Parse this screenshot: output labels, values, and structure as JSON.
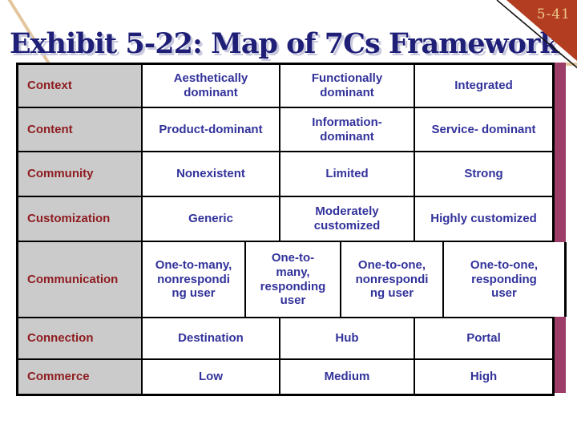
{
  "slide": {
    "title": "Exhibit 5-22: Map of 7Cs Framework",
    "slide_number": "5-41"
  },
  "colors": {
    "title_navy": "#1f1f78",
    "title_shadow": "#c9c9de",
    "row_header_bg": "#cbcbcb",
    "row_header_text": "#8e1b1f",
    "cell_text": "#32329b",
    "accent_bar": "#9c3d68",
    "corner_triangle": "#b33d20",
    "corner_number_text": "#ecc88a",
    "accent_line_tan": "#e4c69e",
    "table_border": "#000000"
  },
  "table": {
    "rows": [
      {
        "label": "Context",
        "cells": [
          "Aesthetically\ndominant",
          "Functionally\ndominant",
          "Integrated"
        ]
      },
      {
        "label": "Content",
        "cells": [
          "Product-dominant",
          "Information-\ndominant",
          "Service- dominant"
        ]
      },
      {
        "label": "Community",
        "cells": [
          "Nonexistent",
          "Limited",
          "Strong"
        ]
      },
      {
        "label": "Customization",
        "cells": [
          "Generic",
          "Moderately\ncustomized",
          "Highly customized"
        ]
      },
      {
        "label": "Communication",
        "cells": [
          "One-to-many,\nnonrespondi\nng user",
          "One-to-\nmany,\nresponding\nuser",
          "One-to-one,\nnonrespondi\nng user",
          "One-to-one,\nresponding\nuser"
        ]
      },
      {
        "label": "Connection",
        "cells": [
          "Destination",
          "Hub",
          "Portal"
        ]
      },
      {
        "label": "Commerce",
        "cells": [
          "Low",
          "Medium",
          "High"
        ]
      }
    ]
  }
}
